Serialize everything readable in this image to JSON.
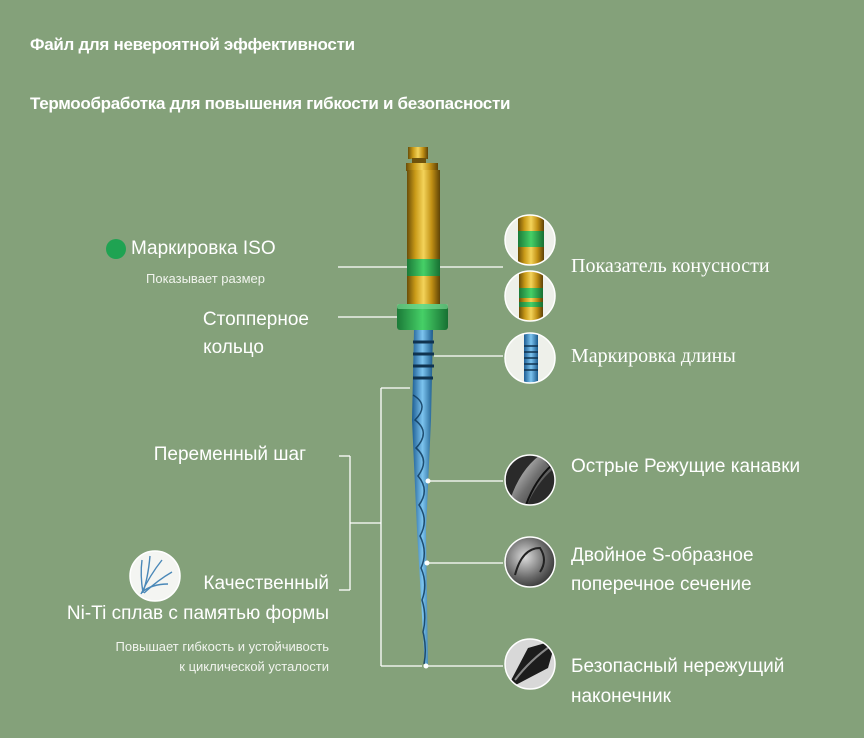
{
  "headings": {
    "line1": "Файл для невероятной эффективности",
    "line2": "Термообработка для повышения гибкости и безопасности"
  },
  "left": {
    "iso_title": "Маркировка ISO",
    "iso_sub": "Показывает размер",
    "stopper_line1": "Стопперное",
    "stopper_line2": "кольцо",
    "pitch": "Переменный шаг",
    "niti_line1": "Качественный",
    "niti_line2": "Ni-Ti сплав с памятью формы",
    "niti_sub1": "Повышает гибкость и устойчивость",
    "niti_sub2": "к циклической усталости"
  },
  "right": {
    "taper": "Показатель конусности",
    "length": "Маркировка длины",
    "flutes": "Острые Режущие канавки",
    "section_line1": "Двойное S-образное",
    "section_line2": "поперечное сечение",
    "tip_line1": "Безопасный нережущий",
    "tip_line2": "наконечник"
  },
  "colors": {
    "background": "#84a17a",
    "iso_green": "#1fa352",
    "gold": "#d4a820",
    "blue": "#3b8fcf"
  }
}
